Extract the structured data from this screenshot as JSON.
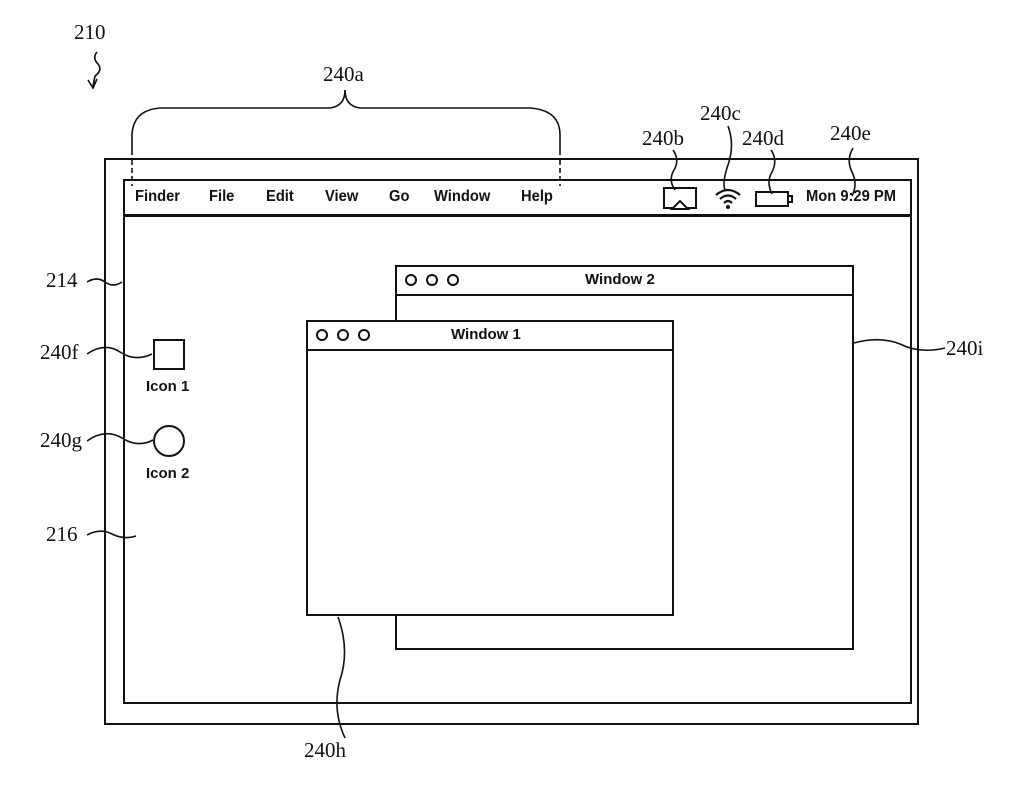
{
  "references": {
    "device": "210",
    "menu_items": "240a",
    "airplay": "240b",
    "wifi": "240c",
    "battery": "240d",
    "clock": "240e",
    "display": "214",
    "icon1": "240f",
    "icon2": "240g",
    "desktop": "216",
    "window1": "240h",
    "window2": "240i"
  },
  "menubar": {
    "items": [
      "Finder",
      "File",
      "Edit",
      "View",
      "Go",
      "Window",
      "Help"
    ],
    "clock": "Mon 9:29 PM",
    "status_icons": [
      "airplay-icon",
      "wifi-icon",
      "battery-icon"
    ]
  },
  "desktop_icons": [
    {
      "label": "Icon 1",
      "shape": "square"
    },
    {
      "label": "Icon 2",
      "shape": "circle"
    }
  ],
  "windows": [
    {
      "title": "Window 1"
    },
    {
      "title": "Window 2"
    }
  ]
}
